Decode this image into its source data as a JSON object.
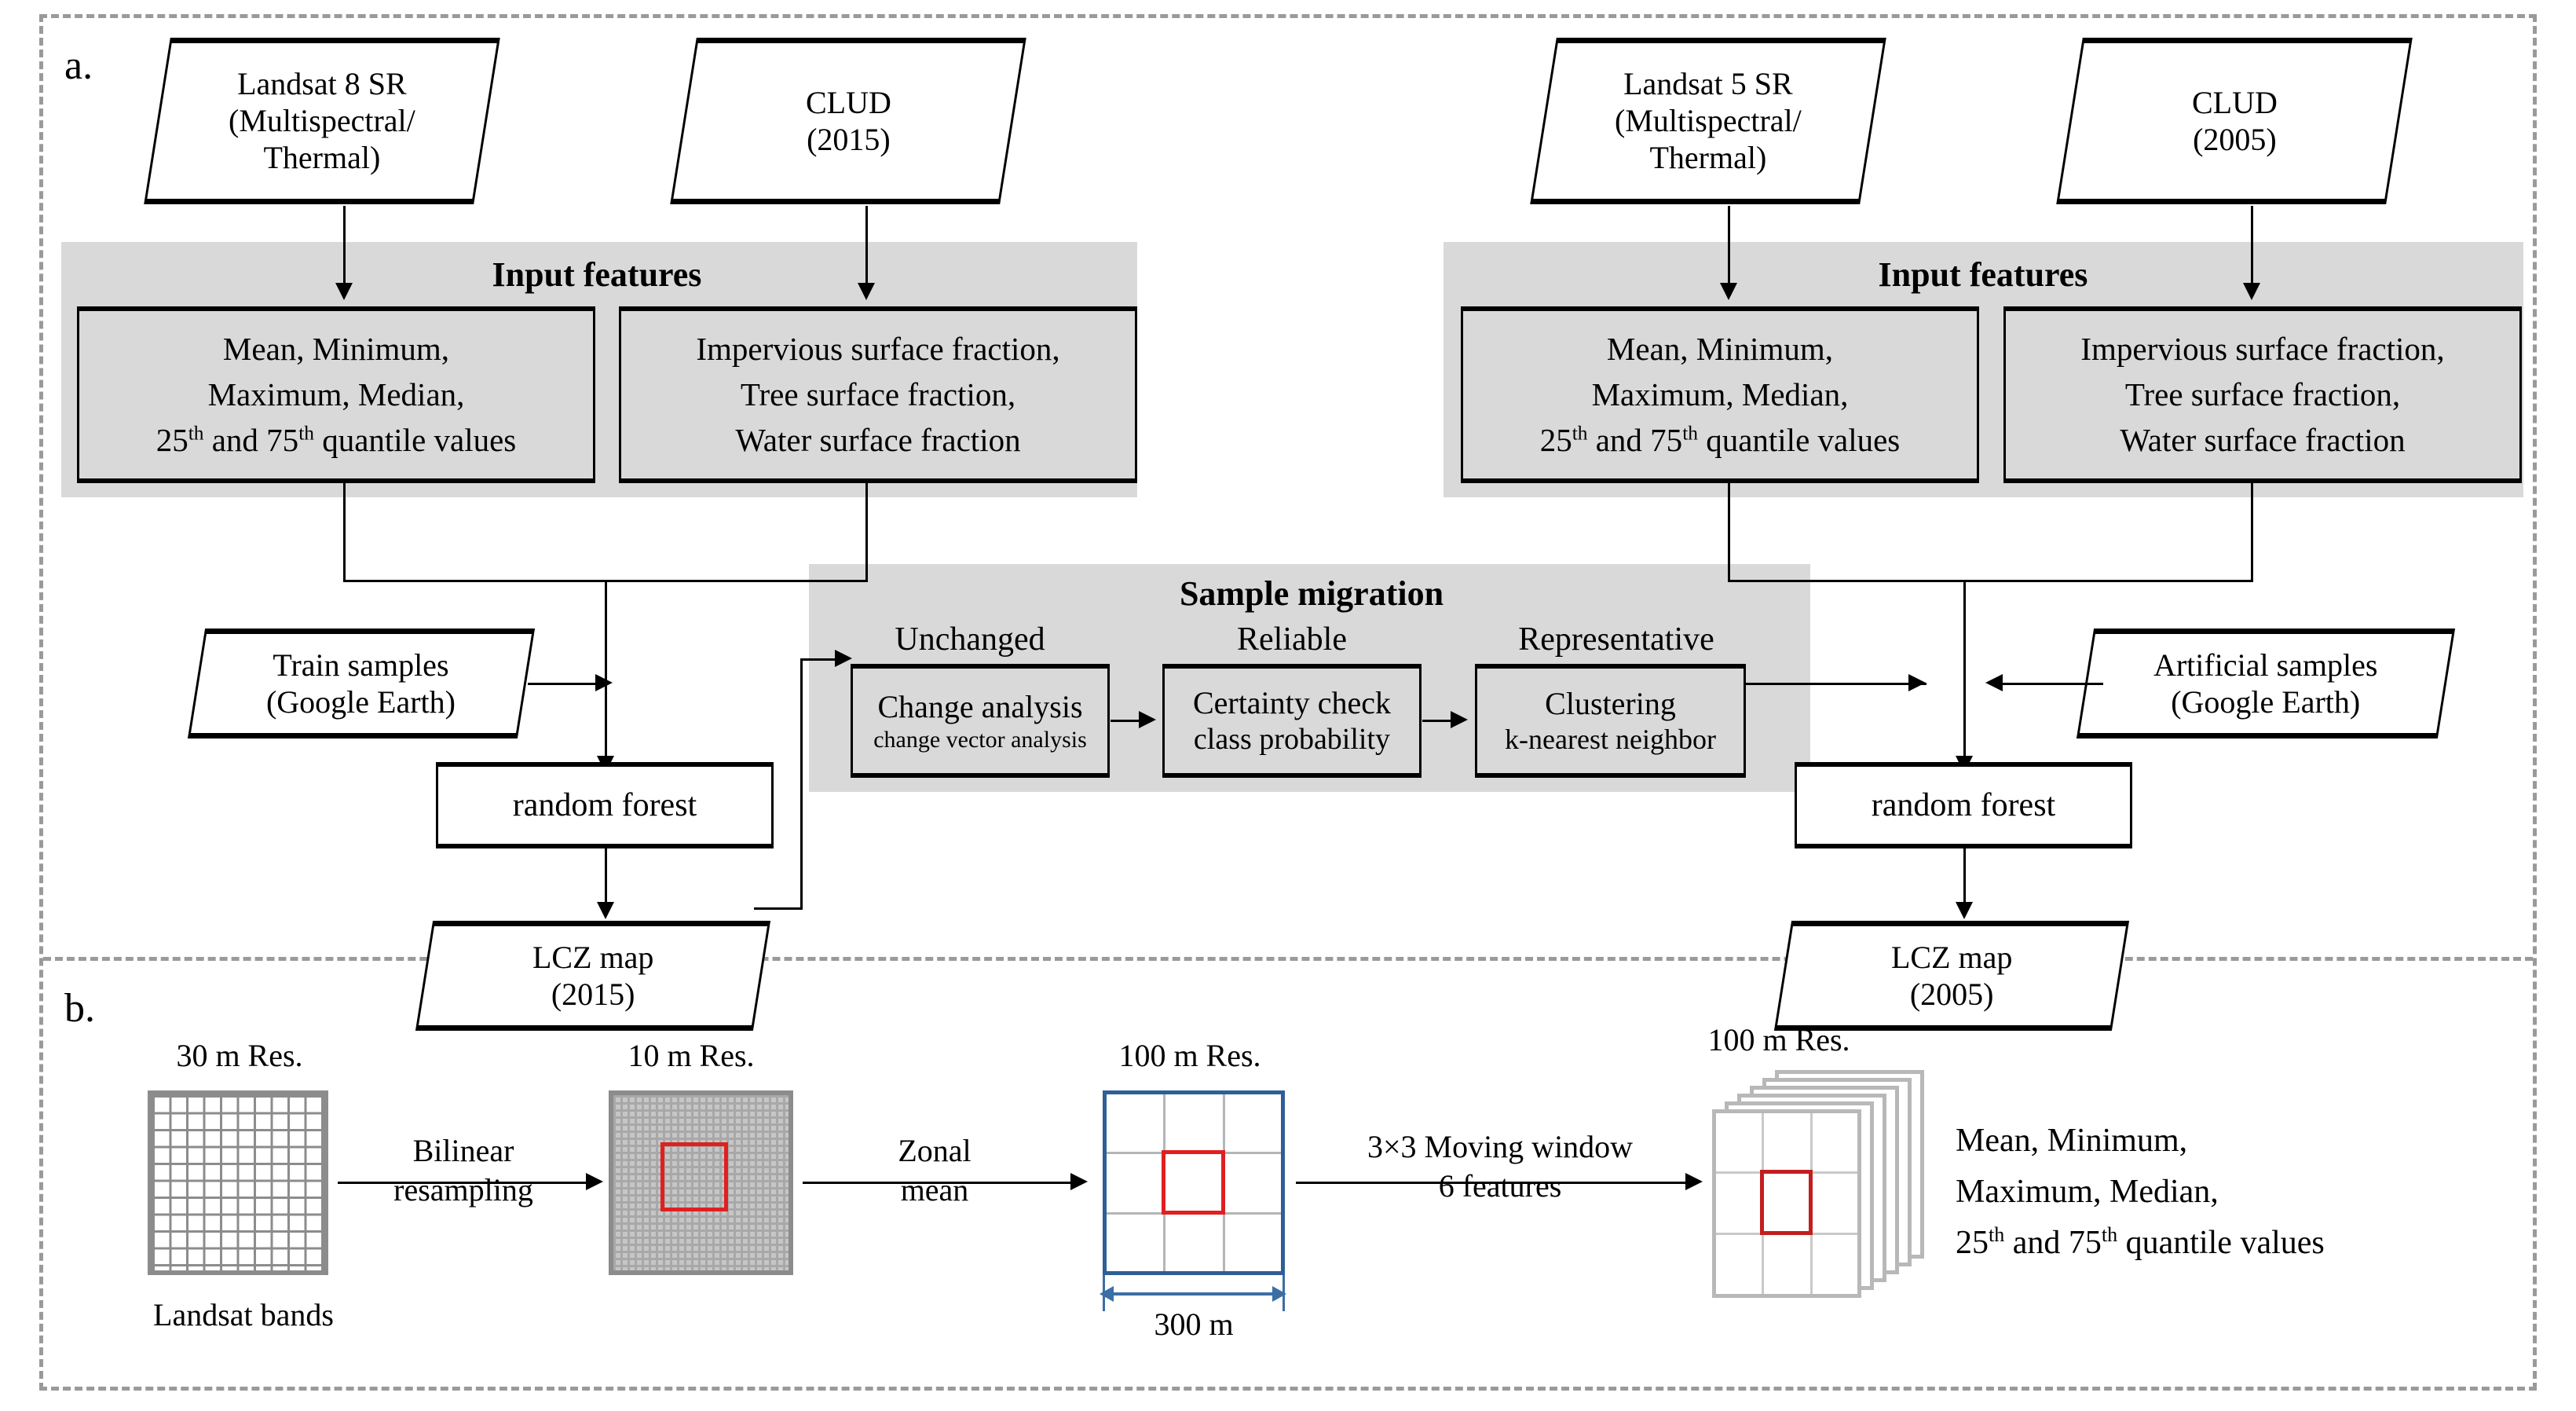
{
  "figure": {
    "panel_a_label": "a.",
    "panel_b_label": "b."
  },
  "panel_a": {
    "left_branch": {
      "source_satellite": {
        "line1": "Landsat 8 SR",
        "line2": "(Multispectral/",
        "line3": "Thermal)"
      },
      "source_clud": {
        "line1": "CLUD",
        "line2": "(2015)"
      },
      "input_features_title": "Input features",
      "spectral_features": {
        "line1": "Mean, Minimum,",
        "line2": "Maximum, Median,",
        "line3_a": "25",
        "line3_sup1": "th",
        "line3_b": " and 75",
        "line3_sup2": "th",
        "line3_c": " quantile values"
      },
      "fraction_features": {
        "line1": "Impervious surface fraction,",
        "line2": "Tree surface fraction,",
        "line3": "Water surface fraction"
      },
      "train_samples": {
        "line1": "Train samples",
        "line2": "(Google Earth)"
      },
      "classifier": "random forest",
      "output_map": {
        "line1": "LCZ map",
        "line2": "(2015)"
      }
    },
    "right_branch": {
      "source_satellite": {
        "line1": "Landsat 5 SR",
        "line2": "(Multispectral/",
        "line3": "Thermal)"
      },
      "source_clud": {
        "line1": "CLUD",
        "line2": "(2005)"
      },
      "input_features_title": "Input features",
      "spectral_features": {
        "line1": "Mean, Minimum,",
        "line2": "Maximum, Median,",
        "line3_a": "25",
        "line3_sup1": "th",
        "line3_b": " and 75",
        "line3_sup2": "th",
        "line3_c": " quantile values"
      },
      "fraction_features": {
        "line1": "Impervious surface fraction,",
        "line2": "Tree surface fraction,",
        "line3": "Water surface fraction"
      },
      "artificial_samples": {
        "line1": "Artificial samples",
        "line2": "(Google Earth)"
      },
      "classifier": "random forest",
      "output_map": {
        "line1": "LCZ map",
        "line2": "(2005)"
      }
    },
    "sample_migration": {
      "title": "Sample migration",
      "steps": [
        {
          "caption": "Unchanged",
          "name": "Change analysis",
          "method": "change vector analysis"
        },
        {
          "caption": "Reliable",
          "name": "Certainty check",
          "method": "class probability"
        },
        {
          "caption": "Representative",
          "name": "Clustering",
          "method": "k-nearest neighbor"
        }
      ]
    }
  },
  "panel_b": {
    "stages": [
      {
        "res_label": "30 m Res.",
        "caption": "Landsat bands"
      },
      {
        "res_label": "10 m Res.",
        "caption": ""
      },
      {
        "res_label": "100 m Res.",
        "caption": "",
        "dimension": "300 m"
      },
      {
        "res_label": "100 m Res.",
        "caption": ""
      }
    ],
    "transitions": [
      {
        "line1": "Bilinear",
        "line2": "resampling"
      },
      {
        "line1": "Zonal",
        "line2": "mean"
      },
      {
        "line1": "3×3 Moving window",
        "line2": "6 features"
      }
    ],
    "output_features": {
      "line1": "Mean, Minimum,",
      "line2": "Maximum, Median,",
      "line3_a": "25",
      "line3_sup1": "th",
      "line3_b": " and 75",
      "line3_sup2": "th",
      "line3_c": " quantile values"
    }
  },
  "colors": {
    "gray_region": "#d9d9d9",
    "dashed_border": "#9a9a9a",
    "highlight_red": "#e02020",
    "grid_blue": "#2e5f96",
    "grid_gray": "#8c8c8c"
  }
}
